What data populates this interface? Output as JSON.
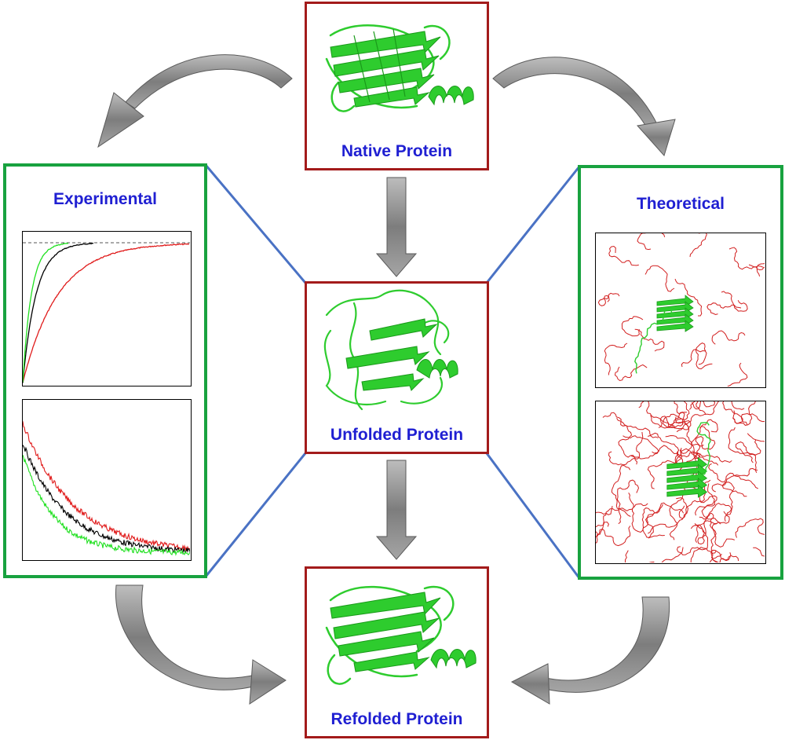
{
  "states": {
    "native": {
      "label": "Native Protein"
    },
    "unfolded": {
      "label": "Unfolded Protein"
    },
    "refolded": {
      "label": "Refolded Protein"
    }
  },
  "methods": {
    "experimental": {
      "label": "Experimental"
    },
    "theoretical": {
      "label": "Theoretical"
    }
  },
  "colors": {
    "state_border": "#a31b1b",
    "method_border": "#18a23f",
    "label_text": "#1f1fd2",
    "connector": "#4a72c4",
    "arrow_fill": "#8c8c8c",
    "protein": "#2ecc2e",
    "trace_red": "#e01b1b",
    "trace_green": "#1fe01f",
    "trace_black": "#000000"
  }
}
